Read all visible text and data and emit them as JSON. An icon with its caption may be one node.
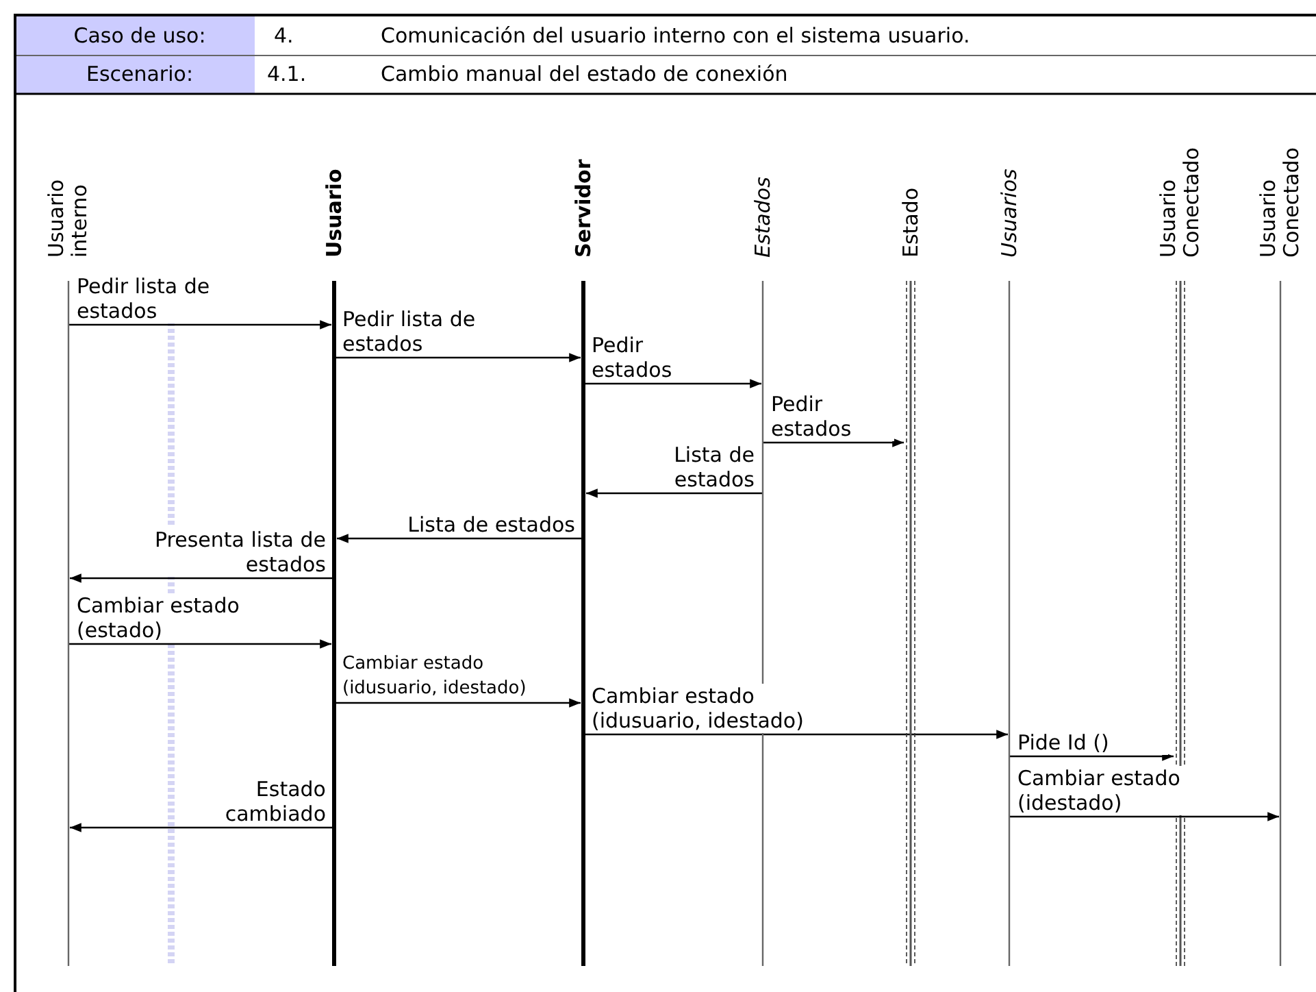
{
  "diagram": {
    "nodes": [
      {
        "text": [
          "Usuario interno"
        ]
      },
      {
        "text": [
          "Usuario"
        ]
      },
      {
        "text": [
          "Servidor"
        ]
      },
      {
        "text": [
          "Estados"
        ]
      },
      {
        "text": [
          "Estado"
        ]
      },
      {
        "text": [
          "Usuarios"
        ]
      },
      {
        "text": [
          "Usuario Conectado"
        ]
      },
      {
        "text": [
          "Usuario Conectado"
        ]
      }
    ],
    "edges": [
      {
        "from": 0,
        "to": 1,
        "arrow": "to",
        "label": "Pedir lista de estados"
      },
      {
        "from": 1,
        "to": 2,
        "arrow": "to",
        "label": "Pedir lista de estados"
      },
      {
        "from": 2,
        "to": 3,
        "arrow": "to",
        "label": "Pedir estados"
      },
      {
        "from": 3,
        "to": 4,
        "arrow": "to",
        "label": "Pedir estados"
      },
      {
        "from": 3,
        "to": 2,
        "arrow": "to",
        "label": "Lista de estados"
      },
      {
        "from": 2,
        "to": 1,
        "arrow": "to",
        "label": "Lista de estados"
      },
      {
        "from": 1,
        "to": 0,
        "arrow": "to",
        "label": "Presenta lista de estados"
      },
      {
        "from": 0,
        "to": 1,
        "arrow": "to",
        "label": "Cambiar estado (estado)"
      },
      {
        "from": 1,
        "to": 2,
        "arrow": "to",
        "label": "Cambiar estado (idusuario, idestado)"
      },
      {
        "from": 2,
        "to": 5,
        "arrow": "to",
        "label": "Cambiar estado (idusuario, idestado)"
      },
      {
        "from": 5,
        "to": 6,
        "arrow": "to",
        "label": "Pide Id ()"
      },
      {
        "from": 5,
        "to": 7,
        "arrow": "to",
        "label": "Cambiar estado (idestado)"
      },
      {
        "from": 1,
        "to": 0,
        "arrow": "to",
        "label": "Estado cambiado"
      }
    ],
    "labels": [
      "Caso de uso:",
      "4.",
      "Comunicación del usuario interno con el sistema usuario.",
      "Escenario:",
      "4.1.",
      "Cambio manual del estado de conexión"
    ]
  }
}
